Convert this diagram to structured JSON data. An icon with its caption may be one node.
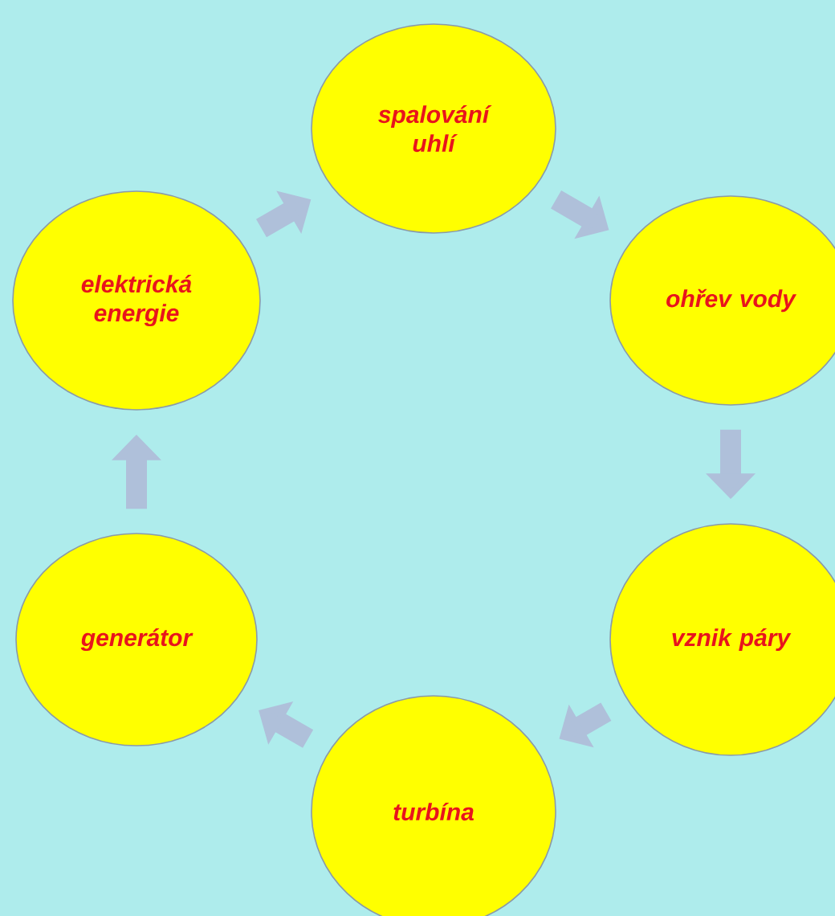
{
  "diagram": {
    "nodes": [
      {
        "text": [
          "spalování uhlí"
        ]
      },
      {
        "text": [
          "ohřev vody"
        ]
      },
      {
        "text": [
          "vznik páry"
        ]
      },
      {
        "text": [
          "turbína"
        ]
      },
      {
        "text": [
          "generátor"
        ]
      },
      {
        "text": [
          "elektrická energie"
        ]
      }
    ],
    "edges": [
      {
        "from": 0,
        "to": 1,
        "arrow": "to"
      },
      {
        "from": 1,
        "to": 2,
        "arrow": "to"
      },
      {
        "from": 2,
        "to": 3,
        "arrow": "to"
      },
      {
        "from": 3,
        "to": 4,
        "arrow": "to"
      },
      {
        "from": 4,
        "to": 5,
        "arrow": "to"
      },
      {
        "from": 5,
        "to": 0,
        "arrow": "to"
      }
    ]
  }
}
